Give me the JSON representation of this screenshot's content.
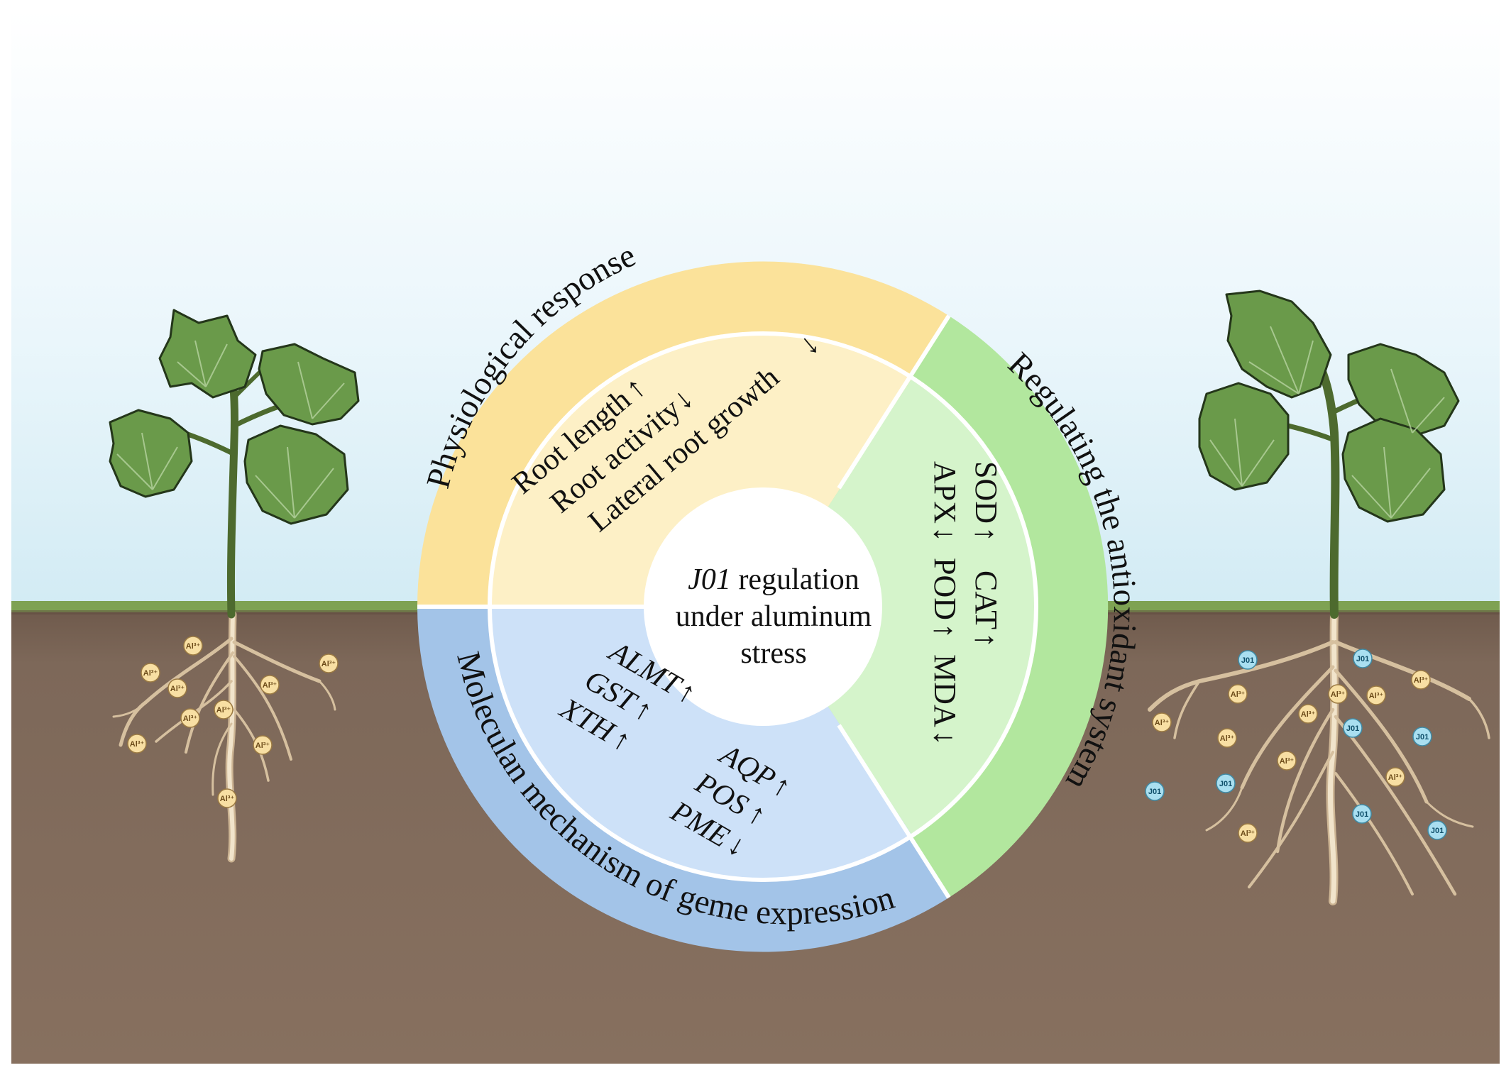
{
  "center": {
    "label_italic": "J01",
    "line1_rest": " regulation",
    "line2": "under aluminum",
    "line3": "stress"
  },
  "sections": {
    "physiological": {
      "title": "Physiological response",
      "items": [
        "Root length",
        "Root activity",
        "Lateral root growth"
      ],
      "arrows": [
        "↑",
        "↓",
        "↓"
      ]
    },
    "antioxidant": {
      "title": "Regulating the antioxidant system",
      "column1": [
        "SOD",
        "CAT"
      ],
      "column1_arrows": [
        "↑",
        "↑"
      ],
      "column2": [
        "APX",
        "POD",
        "MDA"
      ],
      "column2_arrows": [
        "↓",
        "↑",
        "↓"
      ]
    },
    "molecular": {
      "title": "Moleculan mechanism of geme expression",
      "group1": [
        "ALMT",
        "GST",
        "XTH"
      ],
      "group1_arrows": [
        "↑",
        "↑",
        "↑"
      ],
      "group2": [
        "AQP",
        "POS",
        "PME"
      ],
      "group2_arrows": [
        "↑",
        "↑",
        "↓"
      ]
    }
  },
  "ions": {
    "aluminum_label": "Al³⁺",
    "j01_label": "J01"
  },
  "colors": {
    "yellow_outer": "#fbe29a",
    "yellow_inner": "#fdf0c6",
    "green_outer": "#b2e79e",
    "green_inner": "#d5f4cb",
    "blue_outer": "#a3c4e8",
    "blue_inner": "#cde1f8",
    "soil": "#806b5d",
    "grass": "#7ea253",
    "sky_top": "#ffffff",
    "sky_bottom": "#d3ecf5",
    "al_ion": "#f8dfa3",
    "j01_ion": "#a9dff0"
  }
}
